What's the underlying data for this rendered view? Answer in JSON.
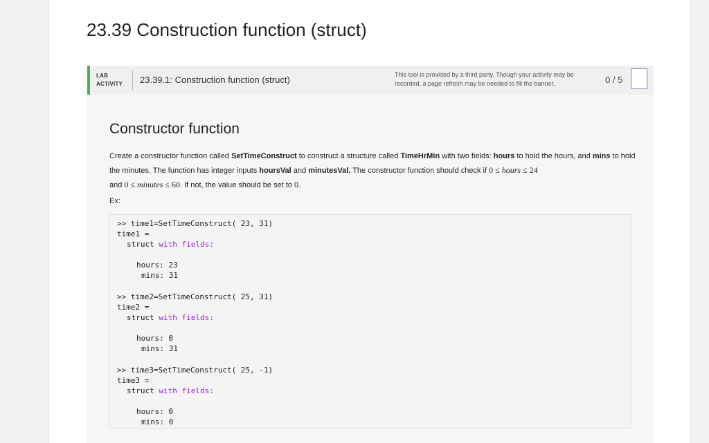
{
  "page": {
    "section_title": "23.39 Construction function (struct)"
  },
  "lab": {
    "tag_line1": "LAB",
    "tag_line2": "ACTIVITY",
    "title": "23.39.1: Construction function (struct)",
    "note_line1": "This tool is provided by a third party. Though your activity may be",
    "note_line2": "recorded, a page refresh may be needed to fill the banner.",
    "score": "0 / 5",
    "accent_color": "#4caf50"
  },
  "content": {
    "heading": "Constructor function",
    "desc": {
      "p1": "Create a constructor function called ",
      "b1": "SetTimeConstruct",
      "p2": " to construct a structure called ",
      "b2": "TimeHrMin",
      "p3": " with two fields: ",
      "b3": "hours",
      "p4": " to hold the hours, and ",
      "b4": "mins",
      "p5": " to hold the minutes.  The function has integer inputs ",
      "b5": "hoursVal",
      "p6": " and ",
      "b6": "minutesVal.",
      "p7": " The constructor function should check if ",
      "m1_a": "0 ≤ ",
      "m1_var": "hours",
      "m1_b": " ≤ 24",
      "p8": "and ",
      "m2_a": "0 ≤ ",
      "m2_var": "minutes",
      "m2_b": " ≤ 60",
      "p9": ".  If not, the value should be set to 0."
    },
    "example_label": "Ex:",
    "code": {
      "ex1_cmd": ">> time1=SetTimeConstruct( 23, 31)",
      "ex1_var": "time1 =",
      "ex1_hours": "hours: 23",
      "ex1_mins": "mins: 31",
      "ex2_cmd": ">> time2=SetTimeConstruct( 25, 31)",
      "ex2_var": "time2 =",
      "ex2_hours": "hours: 0",
      "ex2_mins": "mins: 31",
      "ex3_cmd": ">> time3=SetTimeConstruct( 25, -1)",
      "ex3_var": "time3 =",
      "ex3_hours": "hours: 0",
      "ex3_mins": "mins: 0",
      "struct_word": "struct",
      "with_fields": "with fields:",
      "keyword_color": "#a020f0"
    }
  }
}
